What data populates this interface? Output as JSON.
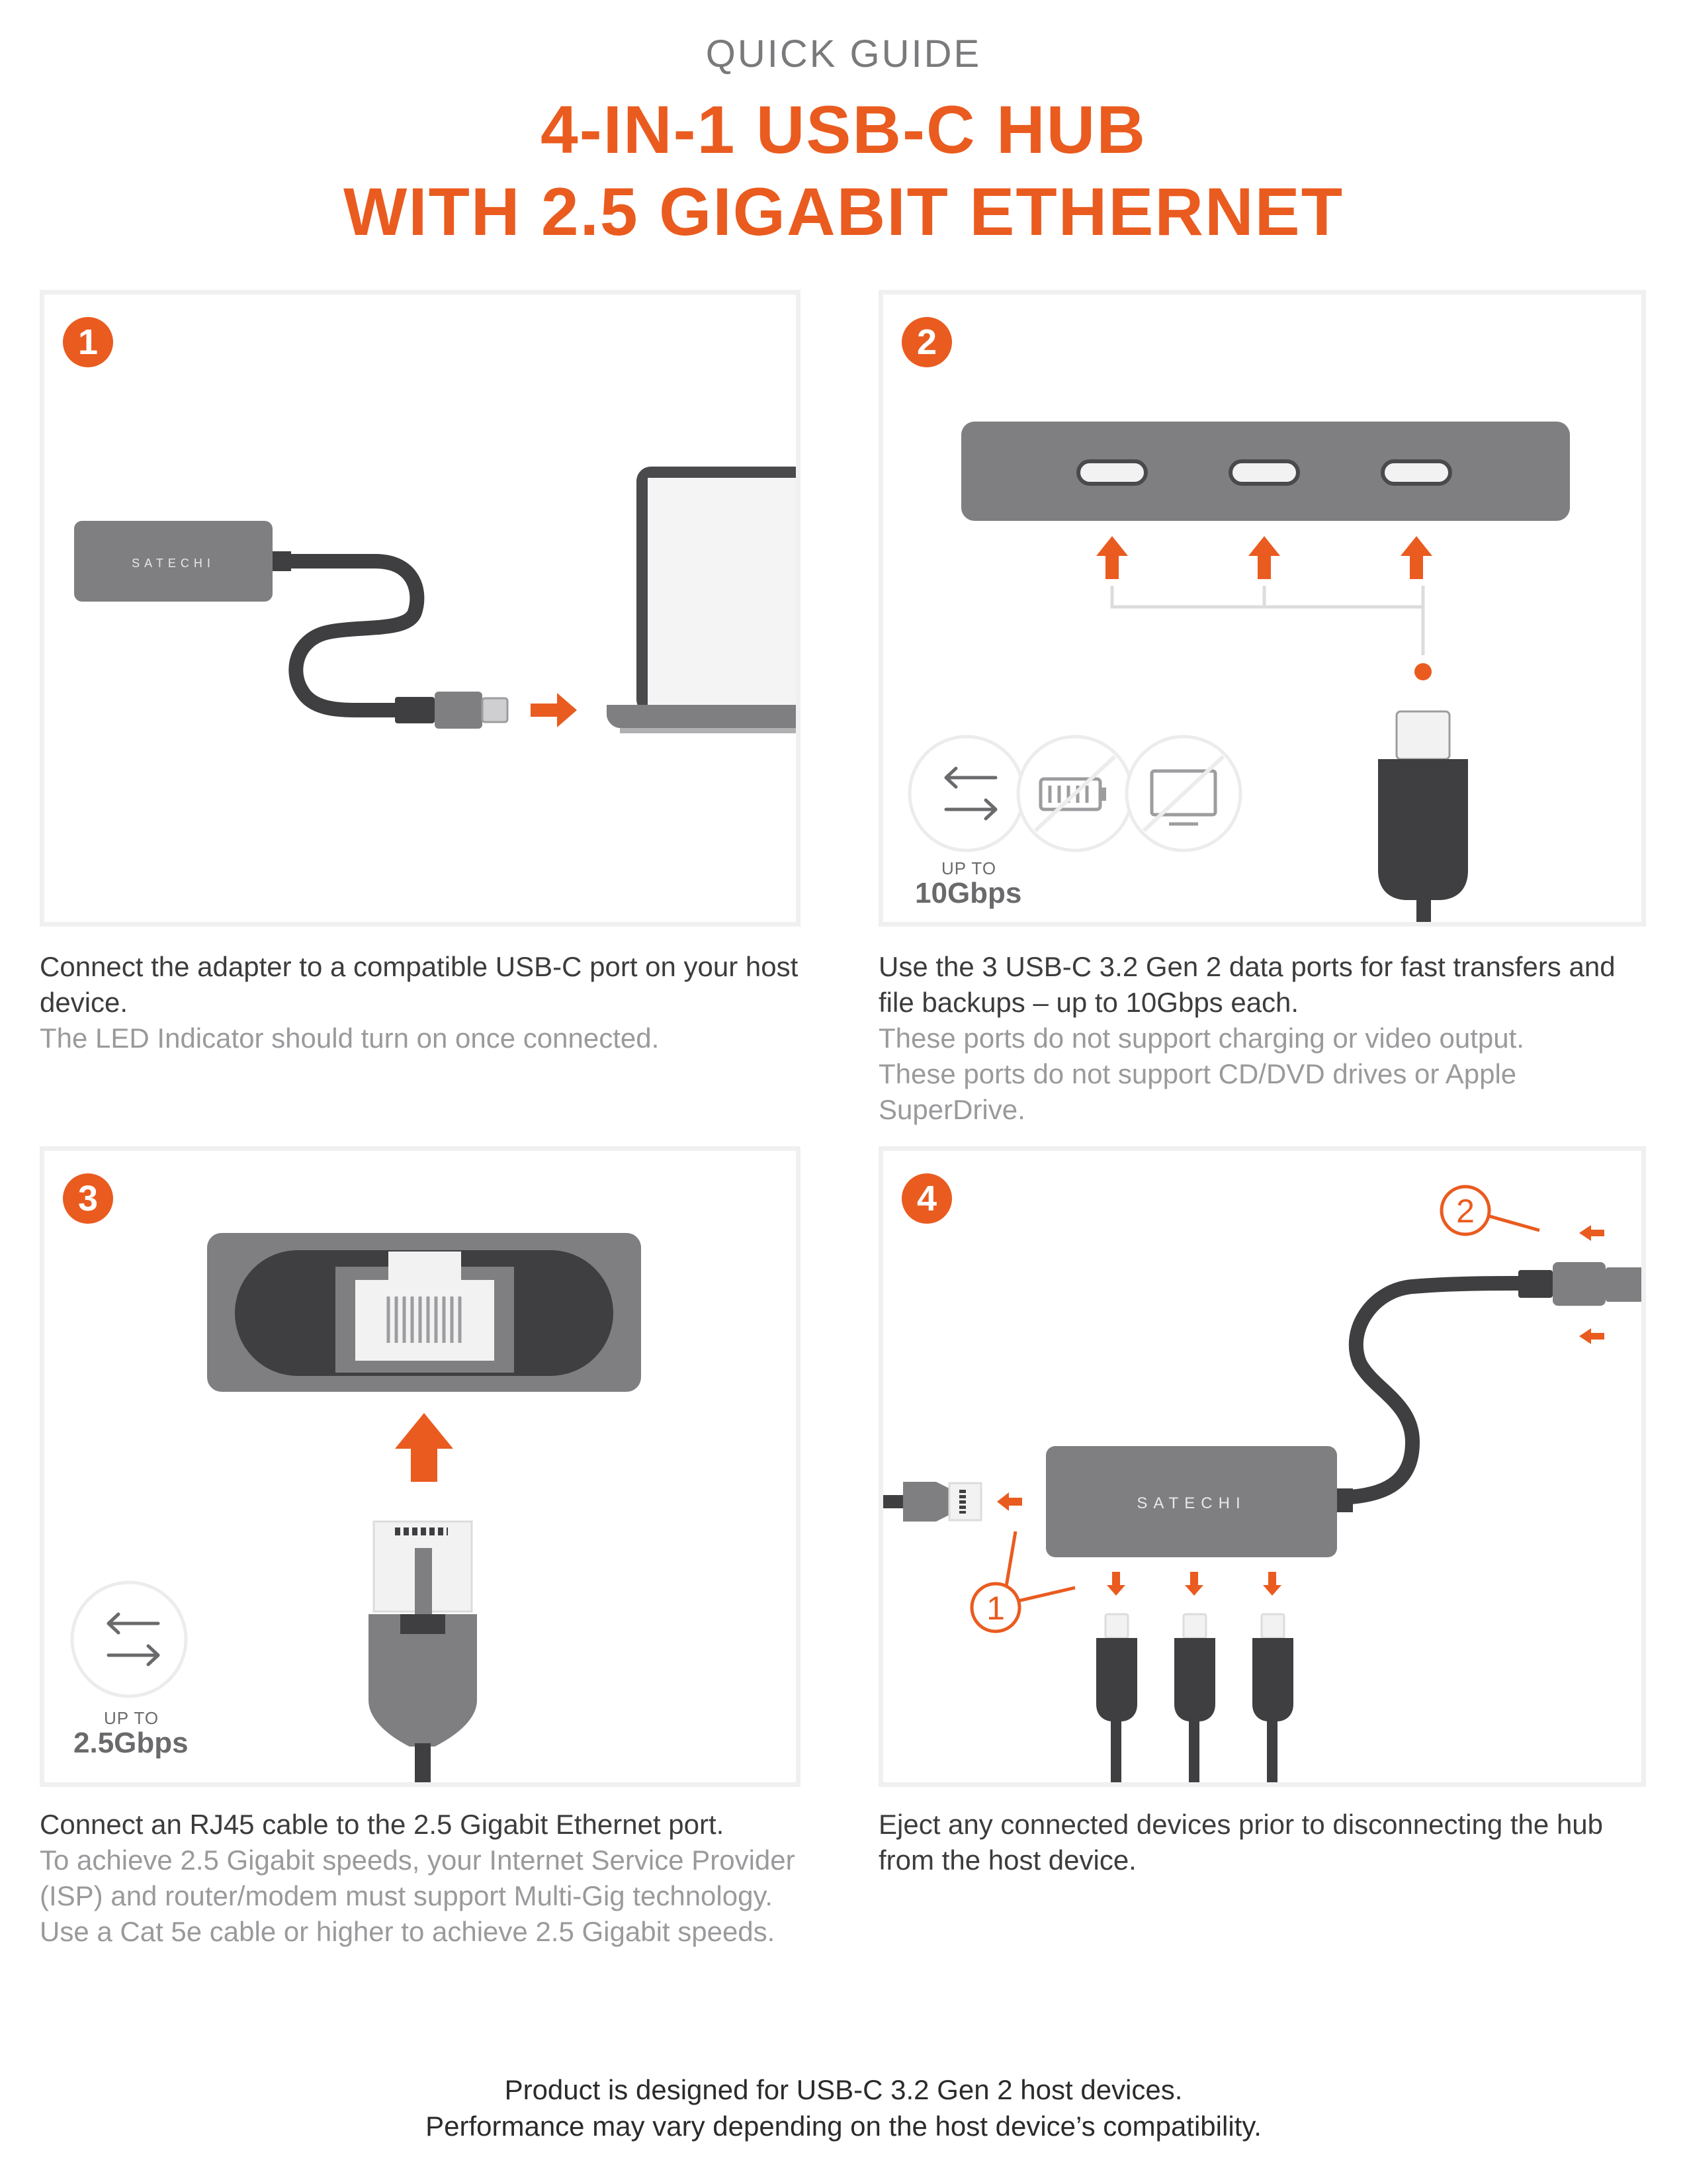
{
  "header": {
    "subtitle": "QUICK GUIDE",
    "title_line1": "4-IN-1 USB-C HUB",
    "title_line2": "WITH 2.5 GIGABIT ETHERNET"
  },
  "brand": {
    "logo_text": "SATECHI",
    "accent": "#ea5b1f",
    "device_gray": "#7f7f82",
    "cable_dark": "#3f3f42"
  },
  "steps": [
    {
      "number": "1",
      "description": "Connect the adapter to a compatible USB-C port on your host device.",
      "note": "The LED Indicator should turn on once connected."
    },
    {
      "number": "2",
      "description": "Use the 3 USB-C 3.2 Gen 2 data ports for fast transfers and file backups – up to 10Gbps each.",
      "note": "These ports do not support charging or video output.",
      "note2": "These ports do not support CD/DVD drives or Apple SuperDrive.",
      "speed_prefix": "UP TO",
      "speed_value": "10Gbps",
      "icons": [
        "data-transfer-icon",
        "charging-unsupported-icon",
        "video-unsupported-icon"
      ]
    },
    {
      "number": "3",
      "description": "Connect an RJ45 cable to the 2.5 Gigabit Ethernet port.",
      "note": "To achieve 2.5 Gigabit speeds, your Internet Service Provider (ISP) and router/modem must support Multi-Gig technology.",
      "note2": "Use a Cat 5e cable or higher to achieve 2.5 Gigabit speeds.",
      "speed_prefix": "UP TO",
      "speed_value": "2.5Gbps",
      "icons": [
        "data-transfer-icon"
      ]
    },
    {
      "number": "4",
      "description": "Eject any connected devices prior to disconnecting the hub from the host device.",
      "callout1": "1",
      "callout2": "2"
    }
  ],
  "footer": {
    "line1": "Product is designed for USB-C 3.2 Gen 2 host devices.",
    "line2": "Performance may vary depending on the host device’s compatibility."
  }
}
